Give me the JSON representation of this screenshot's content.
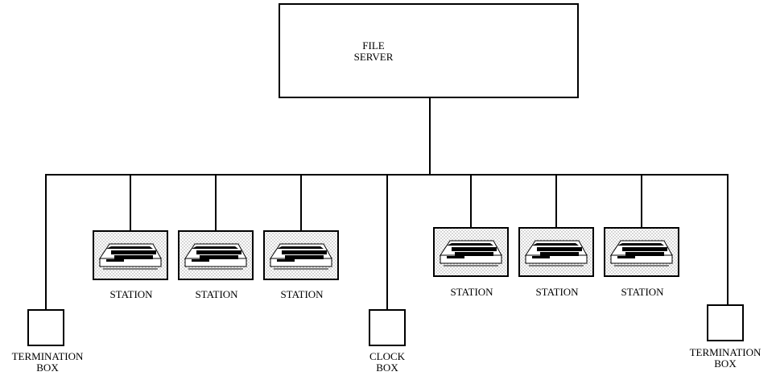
{
  "file_server": {
    "line1": "FILE",
    "line2": "SERVER"
  },
  "stations": [
    {
      "label": "STATION"
    },
    {
      "label": "STATION"
    },
    {
      "label": "STATION"
    },
    {
      "label": "STATION"
    },
    {
      "label": "STATION"
    },
    {
      "label": "STATION"
    }
  ],
  "termination_box_left": {
    "line1": "TERMINATION",
    "line2": "BOX"
  },
  "clock_box": {
    "line1": "CLOCK",
    "line2": "BOX"
  },
  "termination_box_right": {
    "line1": "TERMINATION",
    "line2": "BOX"
  }
}
